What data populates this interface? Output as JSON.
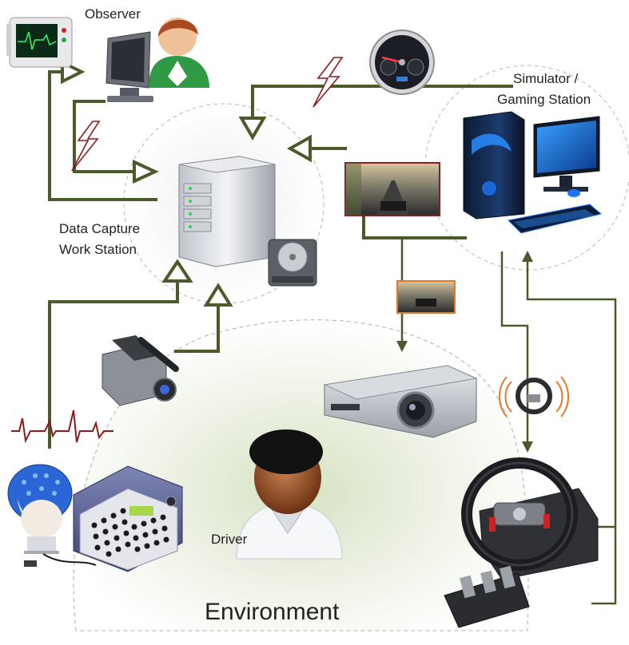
{
  "nodes": {
    "observer": {
      "label": "Observer"
    },
    "simulator": {
      "label_line1": "Simulator /",
      "label_line2": "Gaming Station"
    },
    "data_capture": {
      "label_line1": "Data Capture",
      "label_line2": "Work Station"
    },
    "driver": {
      "label": "Driver"
    },
    "environment": {
      "label": "Environment"
    }
  },
  "colors": {
    "connector": "#4a5a2a",
    "bolt": "#8c1c1c",
    "region_border": "#b0b0b0",
    "environment_glow": "#d6e2c2"
  },
  "icons": [
    "patient-monitor-icon",
    "observer-person-icon",
    "speedometer-gauge-icon",
    "server-tower-icon",
    "hard-drive-icon",
    "game-pc-icon",
    "racing-screenshot-icon",
    "video-camera-icon",
    "projector-icon",
    "steering-wheel-icon",
    "pedals-icon",
    "eeg-cap-icon",
    "eeg-amplifier-icon",
    "driver-person-icon",
    "heartbeat-signal-icon",
    "vibration-wheel-icon",
    "lightning-bolt-icon"
  ]
}
